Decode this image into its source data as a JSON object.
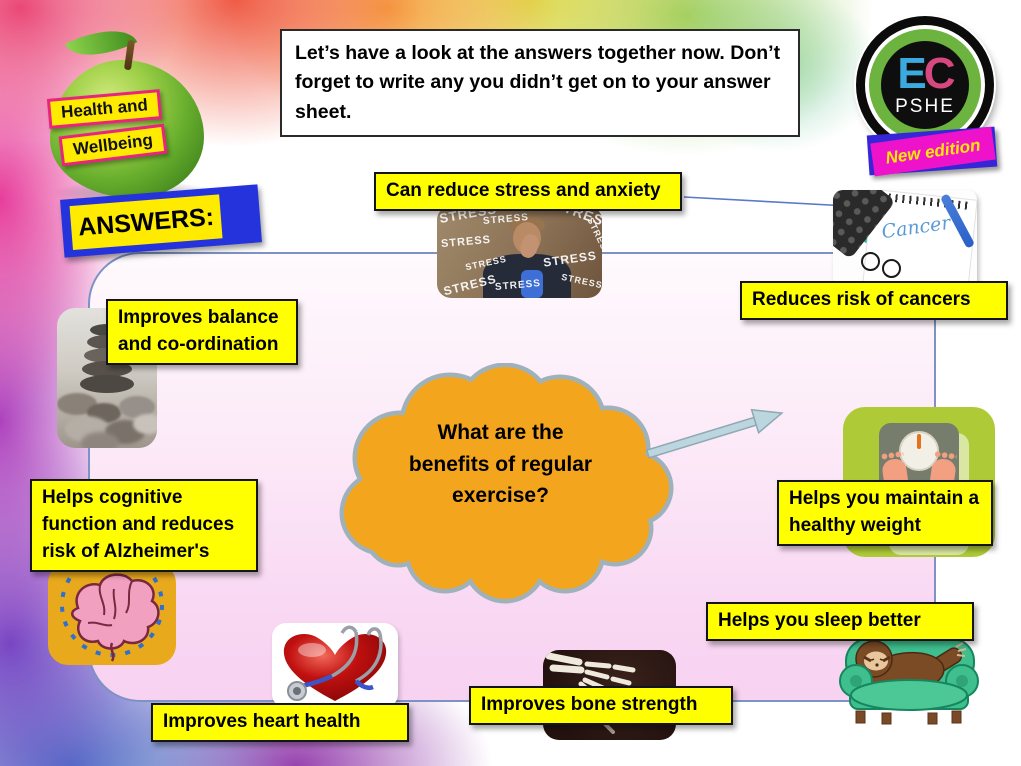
{
  "header": {
    "apple_badge": {
      "line1": "Health and",
      "line2": "Wellbeing"
    },
    "intro_text": "Let’s have a look at the answers together now. Don’t forget to write any you didn’t get on to your answer sheet.",
    "logo": {
      "e": "E",
      "c": "C",
      "sub": "PSHE",
      "edition": "New edition"
    }
  },
  "answers_heading": "ANSWERS:",
  "cloud": {
    "question": "What are the benefits of regular exercise?",
    "lines": [
      "What are the",
      "benefits of regular",
      "exercise?"
    ]
  },
  "answers": [
    {
      "label": "Can reduce stress and anxiety",
      "image": "stressed-man-image"
    },
    {
      "label": "Reduces risk of cancers",
      "image": "cancer-checklist-image"
    },
    {
      "label": "Improves balance and co-ordination",
      "image": "stacked-stones-image"
    },
    {
      "label": "Helps cognitive function and reduces risk of Alzheimer's",
      "image": "brain-cartoon-image"
    },
    {
      "label": "Helps you maintain a healthy weight",
      "image": "bathroom-scale-image"
    },
    {
      "label": "Helps you sleep better",
      "image": "sloth-sofa-image"
    },
    {
      "label": "Improves bone strength",
      "image": "skeleton-hand-image"
    },
    {
      "label": "Improves heart health",
      "image": "heart-stethoscope-image"
    }
  ],
  "decor": {
    "stress_word": "STRESS",
    "cancer_word": "Cancer"
  },
  "colors": {
    "label_bg": "#ffff00",
    "panel_border": "#7e92c5",
    "answers_blue": "#2433dc",
    "cloud_fill": "#f3a51d",
    "cloud_stroke": "#9fb2bc",
    "logo_green": "#6cb33f",
    "logo_e_blue": "#3baade",
    "logo_c_pink": "#d6487f",
    "edition_magenta": "#ee13cb"
  }
}
